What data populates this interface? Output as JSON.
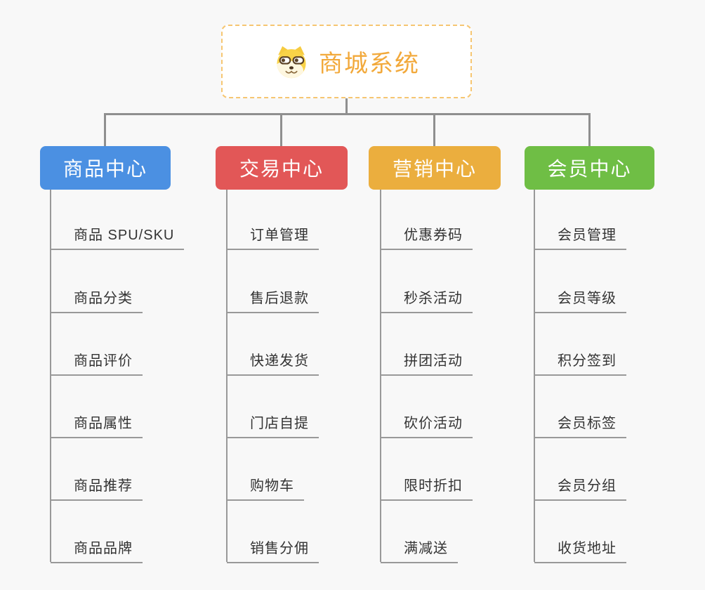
{
  "root": {
    "title": "商城系统",
    "icon": "shiba-dog-icon",
    "text_color": "#F2A93B",
    "border_color": "#F6C672"
  },
  "branches": [
    {
      "label": "商品中心",
      "color": "#4B90E2",
      "items": [
        "商品 SPU/SKU",
        "商品分类",
        "商品评价",
        "商品属性",
        "商品推荐",
        "商品品牌"
      ]
    },
    {
      "label": "交易中心",
      "color": "#E25757",
      "items": [
        "订单管理",
        "售后退款",
        "快递发货",
        "门店自提",
        "购物车",
        "销售分佣"
      ]
    },
    {
      "label": "营销中心",
      "color": "#EBAE3E",
      "items": [
        "优惠券码",
        "秒杀活动",
        "拼团活动",
        "砍价活动",
        "限时折扣",
        "满减送"
      ]
    },
    {
      "label": "会员中心",
      "color": "#6FBE45",
      "items": [
        "会员管理",
        "会员等级",
        "积分签到",
        "会员标签",
        "会员分组",
        "收货地址"
      ]
    }
  ]
}
